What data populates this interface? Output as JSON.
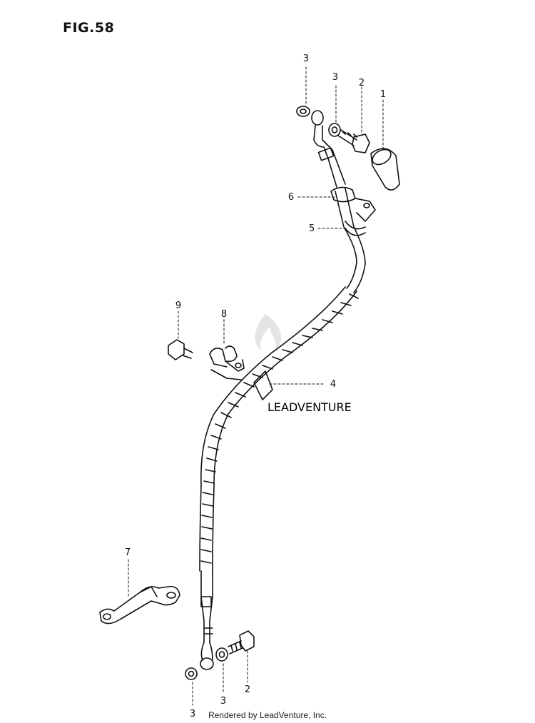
{
  "figure": {
    "title": "FIG.58"
  },
  "callouts": [
    {
      "id": "c1",
      "number": "1"
    },
    {
      "id": "c2top",
      "number": "2"
    },
    {
      "id": "c3a",
      "number": "3"
    },
    {
      "id": "c3b",
      "number": "3"
    },
    {
      "id": "c4",
      "number": "4"
    },
    {
      "id": "c5",
      "number": "5"
    },
    {
      "id": "c6",
      "number": "6"
    },
    {
      "id": "c7",
      "number": "7"
    },
    {
      "id": "c8",
      "number": "8"
    },
    {
      "id": "c9",
      "number": "9"
    },
    {
      "id": "c3c",
      "number": "3"
    },
    {
      "id": "c3d",
      "number": "3"
    },
    {
      "id": "c2bot",
      "number": "2"
    }
  ],
  "watermark": {
    "text": "LEADVENTURE"
  },
  "footer": {
    "text": "Rendered by LeadVenture, Inc."
  },
  "colors": {
    "ink": "#111111",
    "watermark": "#d6d6d6"
  }
}
